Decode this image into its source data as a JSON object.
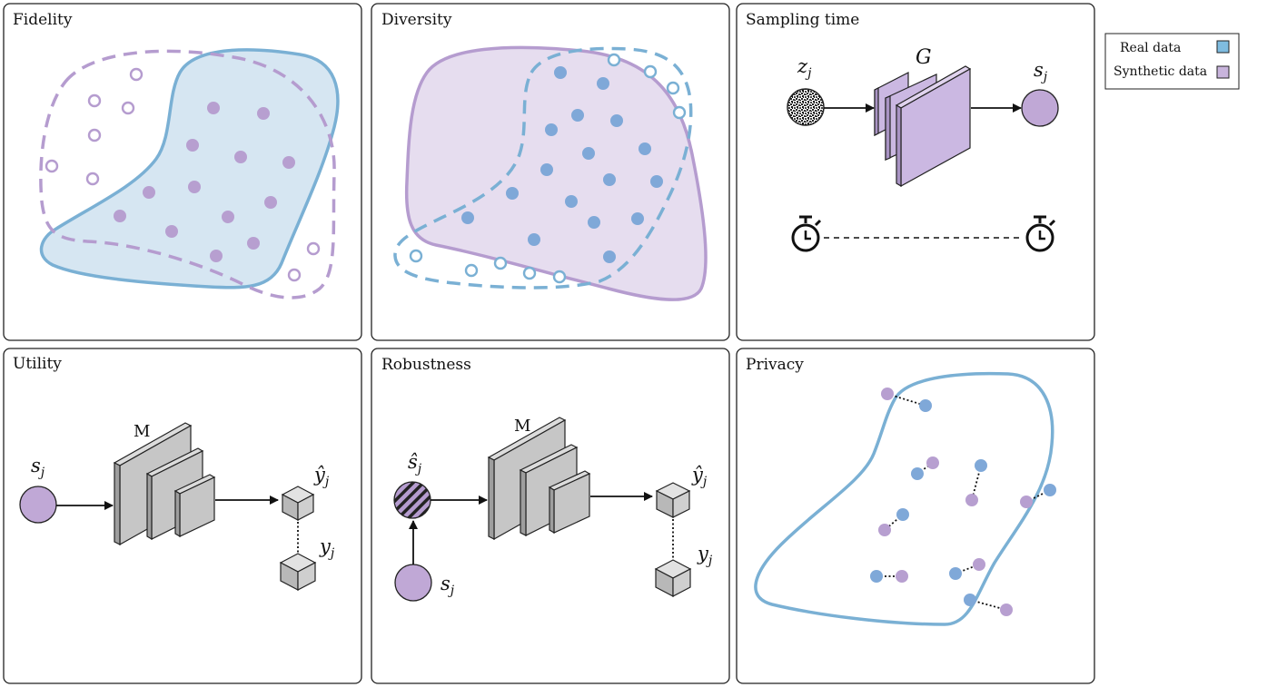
{
  "panels": {
    "fidelity": {
      "title": "Fidelity"
    },
    "diversity": {
      "title": "Diversity"
    },
    "sampling": {
      "title": "Sampling time",
      "input_label": "z",
      "input_sub": "j",
      "generator_label": "G",
      "output_label": "s",
      "output_sub": "j"
    },
    "utility": {
      "title": "Utility",
      "model_label": "M",
      "input_label": "s",
      "input_sub": "j",
      "pred_label": "ŷ",
      "pred_sub": "j",
      "true_label": "y",
      "true_sub": "j"
    },
    "robustness": {
      "title": "Robustness",
      "model_label": "M",
      "perturbed_label": "ŝ",
      "perturbed_sub": "j",
      "input_label": "s",
      "input_sub": "j",
      "pred_label": "ŷ",
      "pred_sub": "j",
      "true_label": "y",
      "true_sub": "j"
    },
    "privacy": {
      "title": "Privacy"
    }
  },
  "legend": {
    "real": {
      "label": "Real data",
      "color": "#7aa7d6"
    },
    "synthetic": {
      "label": "Synthetic data",
      "color": "#c0a8d6"
    }
  },
  "colors": {
    "real_fill": "#cfe2f0",
    "real_stroke": "#7ab0d4",
    "syn_fill": "#e6ddef",
    "syn_stroke": "#b59ccf",
    "dot_real": "#7fa8d8",
    "dot_syn": "#b79fd0",
    "box_gray": "#c6c6c6"
  }
}
